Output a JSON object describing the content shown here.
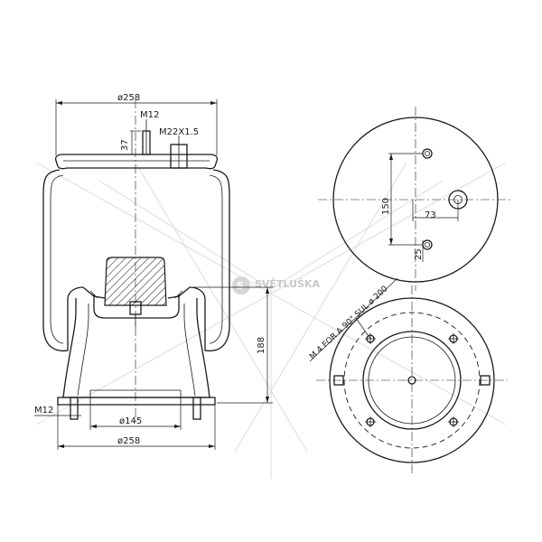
{
  "watermark": {
    "text": "SVĚTLUŠKA",
    "logo_letter": "S",
    "color": "#c9c9c9"
  },
  "side_view": {
    "top_diameter_label": "ø258",
    "top_stud_label": "M12",
    "top_air_fitting_label": "M22X1.5",
    "stud_height_label": "37",
    "height_label": "188",
    "bottom_stud_label": "M12",
    "bottom_inner_diameter_label": "ø145",
    "bottom_diameter_label": "ø258"
  },
  "top_view": {
    "offset_label": "73",
    "spacing_label": "150",
    "small_dim_label": "25"
  },
  "bottom_view": {
    "bolt_circle_label": "M 4 FOR A 90° SUL ø 200"
  }
}
